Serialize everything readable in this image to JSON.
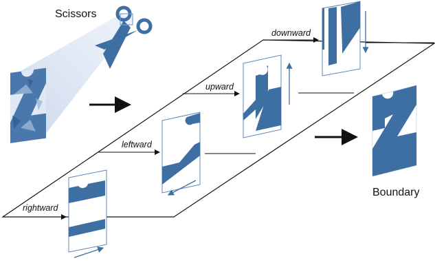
{
  "labels": {
    "scissors": "Scissors",
    "boundary": "Boundary",
    "steps": {
      "rightward": "rightward",
      "leftward": "leftward",
      "upward": "upward",
      "downward": "downward"
    }
  },
  "icons": {
    "scissors": "scissors-icon",
    "arrows": "arrow-icon"
  },
  "colors": {
    "shape": "#3d6fa3",
    "shape_faded": "#7f9fc4",
    "beam": "#c8d6eb",
    "line": "#111111",
    "frame_border": "#5b86b8"
  }
}
